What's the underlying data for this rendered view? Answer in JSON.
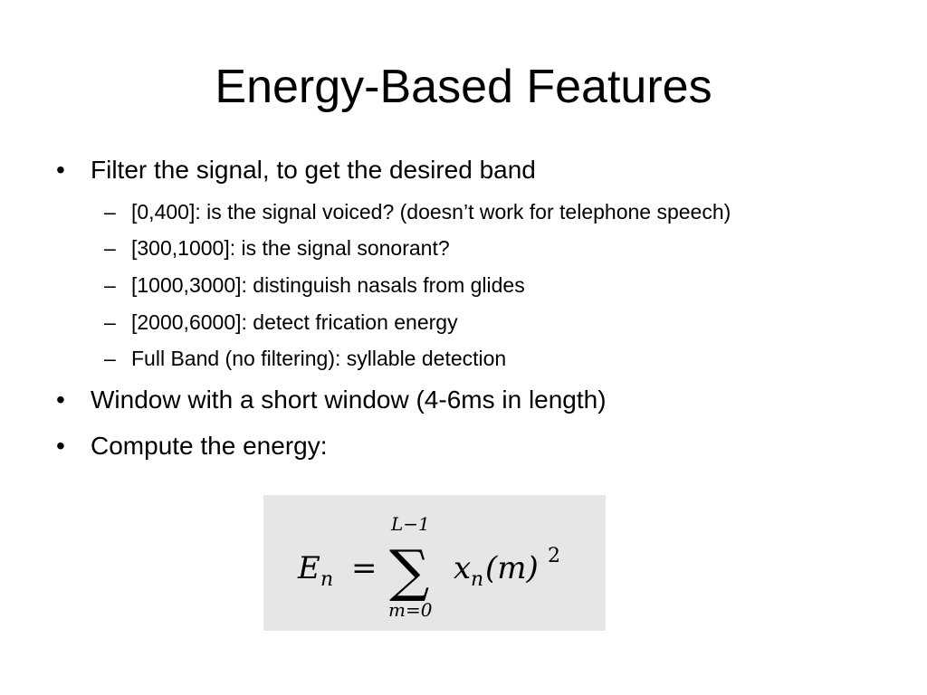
{
  "slide": {
    "title": "Energy-Based Features",
    "bullet_mark": "•",
    "sub_mark": "–",
    "items": [
      {
        "text": "Filter the signal, to get the desired band",
        "subitems": [
          "[0,400]: is the signal voiced?  (doesn’t work for telephone speech)",
          "[300,1000]: is the signal sonorant?",
          "[1000,3000]: distinguish nasals from glides",
          "[2000,6000]: detect frication energy",
          "Full Band (no filtering): syllable detection"
        ]
      },
      {
        "text": "Window with a short window (4-6ms in length)"
      },
      {
        "text": "Compute the energy:"
      }
    ],
    "equation": {
      "lhs": "E",
      "lhs_sub": "n",
      "equals": "=",
      "sum_symbol": "∑",
      "upper_limit": "L−1",
      "lower_limit": "m=0",
      "term": "x",
      "term_sub": "n",
      "term_arg": "(m)",
      "exponent": "2"
    }
  }
}
